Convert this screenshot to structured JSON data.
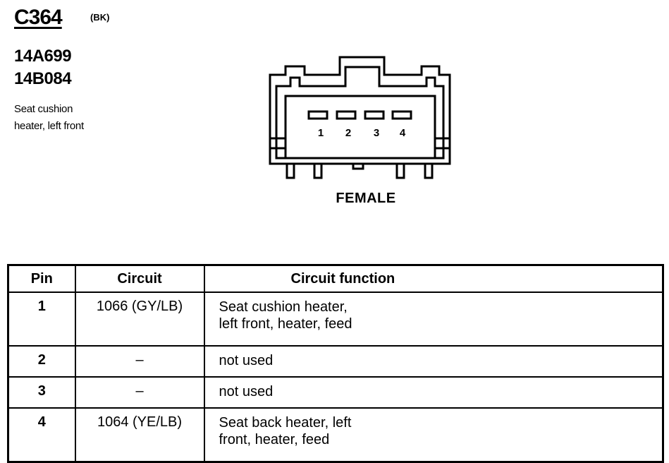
{
  "connector": {
    "id": "C364",
    "color_code": "(BK)",
    "part_numbers": [
      "14A699",
      "14B084"
    ],
    "description_lines": [
      "Seat cushion",
      "heater, left front"
    ],
    "gender": "FEMALE",
    "pin_labels": [
      "1",
      "2",
      "3",
      "4"
    ]
  },
  "table": {
    "headers": {
      "pin": "Pin",
      "circuit": "Circuit",
      "function": "Circuit function"
    },
    "rows": [
      {
        "pin": "1",
        "circuit": "1066 (GY/LB)",
        "function_lines": [
          "Seat cushion heater,",
          "left front, heater, feed"
        ]
      },
      {
        "pin": "2",
        "circuit": "–",
        "function_lines": [
          "not used"
        ]
      },
      {
        "pin": "3",
        "circuit": "–",
        "function_lines": [
          "not used"
        ]
      },
      {
        "pin": "4",
        "circuit": "1064 (YE/LB)",
        "function_lines": [
          "Seat back heater, left",
          "front, heater, feed"
        ]
      }
    ]
  }
}
